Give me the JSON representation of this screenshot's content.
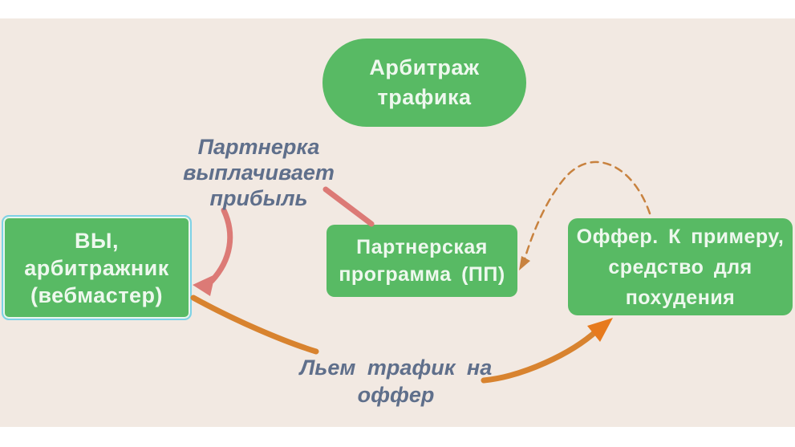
{
  "diagram": {
    "title": "Арбитраж трафика"
  },
  "colors": {
    "page_background": "#ffffff",
    "canvas_background": "#f2e9e2",
    "node_fill": "#58ba64",
    "node_text": "#eef8ee",
    "selection_border": "#7ed2e6",
    "label_text": "#5f6f8b",
    "arrow_pink": "#dc7a76",
    "arrow_orange": "#d8832f",
    "arrowhead_orange": "#e77a1d",
    "arrow_dashed": "#c8823f"
  },
  "nodes": {
    "root": {
      "lines": [
        "Арбитраж",
        "трафика"
      ]
    },
    "you": {
      "lines": [
        "ВЫ,",
        "арбитражник",
        "(вебмастер)"
      ]
    },
    "partner_program": {
      "lines": [
        "Партнерская",
        "программа (ПП)"
      ]
    },
    "offer": {
      "lines": [
        "Оффер. К примеру,",
        "средство для",
        "похудения"
      ]
    }
  },
  "edge_labels": {
    "payout": {
      "lines": [
        "Партнерка",
        "выплачивает",
        "прибыль"
      ]
    },
    "traffic": {
      "lines": [
        "Льем трафик на",
        "оффер"
      ]
    }
  }
}
